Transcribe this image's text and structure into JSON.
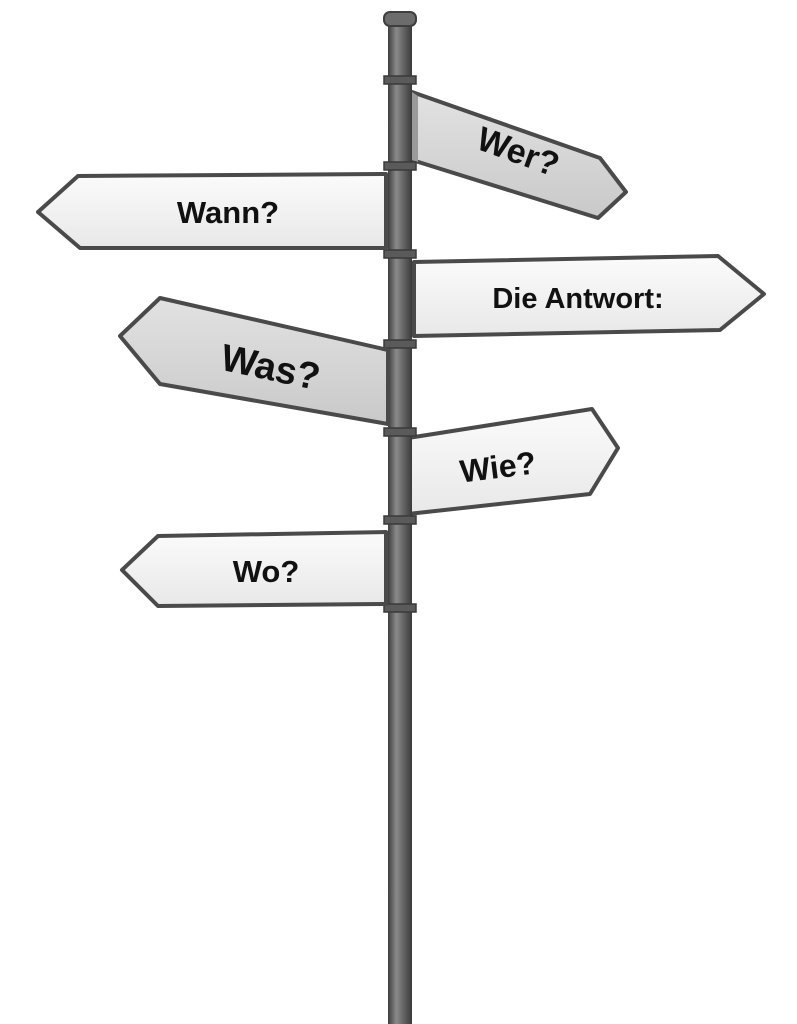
{
  "signpost": {
    "signs": {
      "wer": "Wer?",
      "wann": "Wann?",
      "antwort": "Die Antwort:",
      "was": "Was?",
      "wie": "Wie?",
      "wo": "Wo?"
    }
  },
  "colors": {
    "background": "#ffffff",
    "pole": "#5f5f5f",
    "pole_highlight": "#8a8a8a",
    "sign_face_light": "#f4f4f4",
    "sign_face_shaded": "#d6d6d6",
    "sign_border": "#4a4a4a",
    "text": "#111111"
  }
}
